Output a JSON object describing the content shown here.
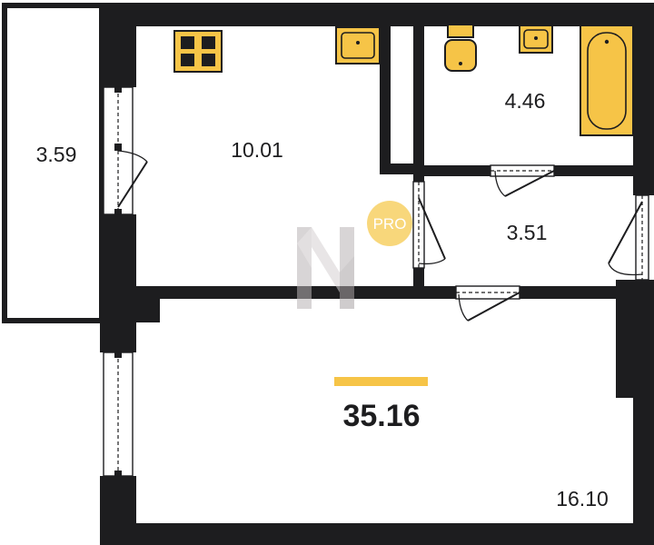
{
  "rooms": {
    "balcony_area": "3.59",
    "kitchen_area": "10.01",
    "bathroom_area": "4.46",
    "hallway_area": "3.51",
    "living_room_area": "16.10"
  },
  "total_area": "35.16",
  "badge": {
    "text": "PRO"
  },
  "colors": {
    "wall": "#1d1d1f",
    "accent": "#f6c447",
    "badge": "#f8d77b",
    "watermark": "#c9c4c6"
  },
  "icons": [
    "stove-icon",
    "sink-icon",
    "toilet-icon",
    "washbasin-icon",
    "bathtub-icon",
    "watermark-logo",
    "pro-badge"
  ]
}
